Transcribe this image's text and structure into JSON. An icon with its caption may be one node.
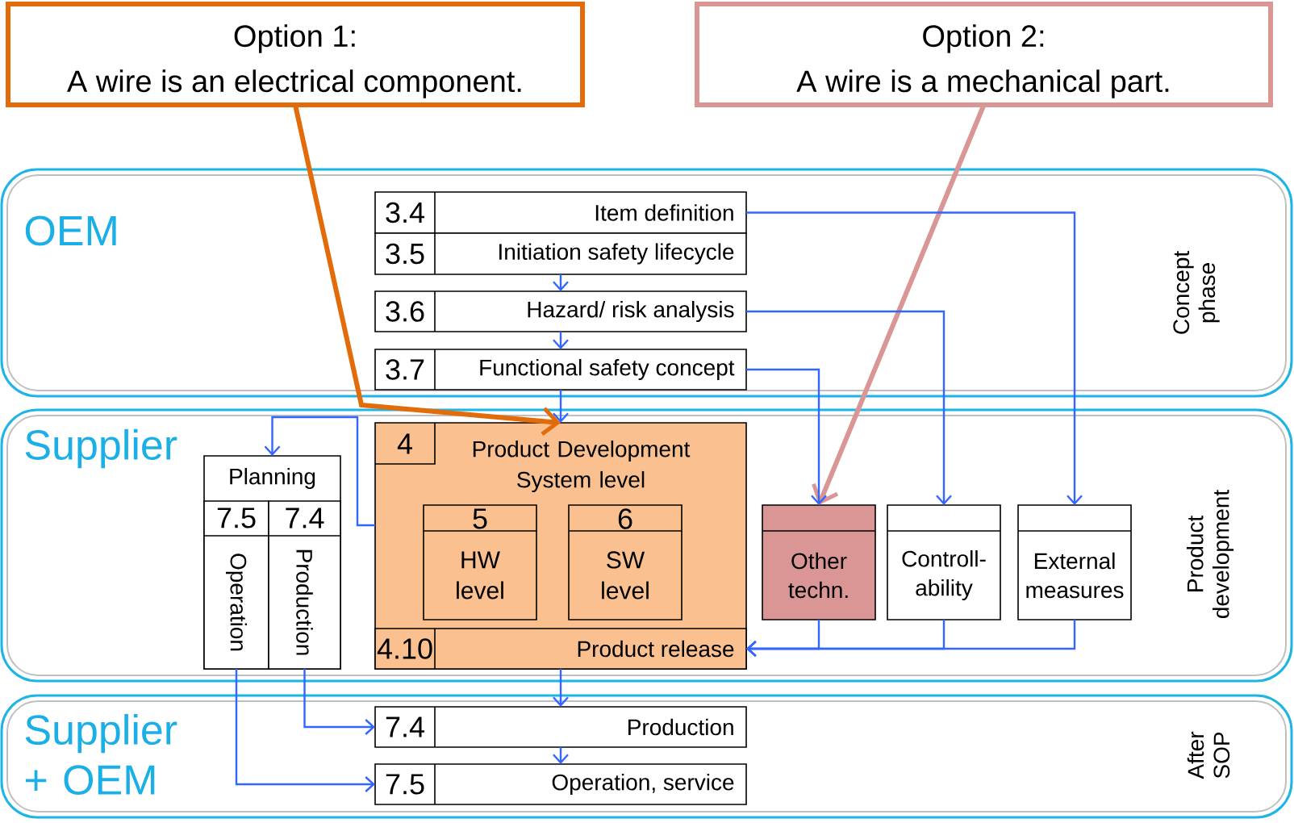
{
  "diagram": {
    "nodes": [
      {
        "text": [
          "Option 1:",
          "A wire is an electrical component."
        ]
      },
      {
        "text": [
          "Option 2:",
          "A wire is a mechanical part."
        ]
      },
      {
        "text": [
          "OEM",
          "Concept phase"
        ]
      },
      {
        "text": [
          "Supplier",
          "Product development"
        ]
      },
      {
        "text": [
          "Supplier + OEM",
          "After SOP"
        ]
      },
      {
        "text": [
          "3.4",
          "Item definition"
        ],
        "in": 2
      },
      {
        "text": [
          "3.5",
          "Initiation safety lifecycle"
        ],
        "in": 2
      },
      {
        "text": [
          "3.6",
          "Hazard/ risk analysis"
        ],
        "in": 2
      },
      {
        "text": [
          "3.7",
          "Functional safety concept"
        ],
        "in": 2
      },
      {
        "text": [
          "4",
          "Product Development System level"
        ],
        "in": 3
      },
      {
        "text": [
          "5",
          "HW level"
        ],
        "in": 9
      },
      {
        "text": [
          "6",
          "SW level"
        ],
        "in": 9
      },
      {
        "text": [
          "4.10",
          "Product release"
        ],
        "in": 9
      },
      {
        "text": [
          "Planning"
        ],
        "in": 3
      },
      {
        "text": [
          "7.5",
          "Operation"
        ],
        "in": 13
      },
      {
        "text": [
          "7.4",
          "Production"
        ],
        "in": 13
      },
      {
        "text": [
          "Other techn."
        ],
        "in": 3
      },
      {
        "text": [
          "Controll- ability"
        ],
        "in": 3
      },
      {
        "text": [
          "External measures"
        ],
        "in": 3
      },
      {
        "text": [
          "7.4",
          "Production"
        ],
        "in": 4
      },
      {
        "text": [
          "7.5",
          "Operation, service"
        ],
        "in": 4
      }
    ],
    "edges": [
      {
        "from": 0,
        "to": 9,
        "arrow": "to",
        "style": "thick",
        "color": "#e36c0a"
      },
      {
        "from": 1,
        "to": 16,
        "arrow": "to",
        "style": "thick",
        "color": "#d99694"
      },
      {
        "from": 5,
        "to": 18,
        "arrow": "to"
      },
      {
        "from": 6,
        "to": 7,
        "arrow": "to"
      },
      {
        "from": 7,
        "to": 8,
        "arrow": "to"
      },
      {
        "from": 7,
        "to": 17,
        "arrow": "to"
      },
      {
        "from": 8,
        "to": 9,
        "arrow": "to"
      },
      {
        "from": 8,
        "to": 16,
        "arrow": "to"
      },
      {
        "from": 9,
        "to": 13,
        "arrow": "to"
      },
      {
        "from": 16,
        "to": 12,
        "arrow": "to"
      },
      {
        "from": 17,
        "to": 12,
        "arrow": "to"
      },
      {
        "from": 18,
        "to": 12,
        "arrow": "to"
      },
      {
        "from": 12,
        "to": 19,
        "arrow": "to"
      },
      {
        "from": 19,
        "to": 20,
        "arrow": "to"
      },
      {
        "from": 15,
        "to": 19,
        "arrow": "to"
      },
      {
        "from": 14,
        "to": 20,
        "arrow": "to"
      }
    ]
  }
}
